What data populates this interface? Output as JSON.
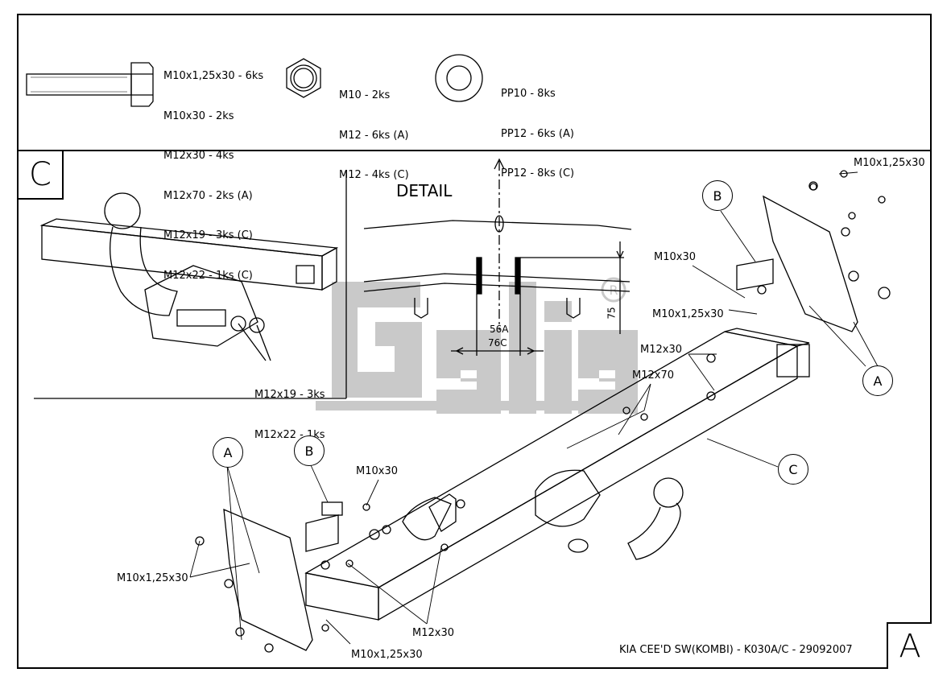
{
  "hardware": {
    "bolts": [
      "M10x1,25x30 - 6ks",
      "M10x30 - 2ks",
      "M12x30 - 4ks",
      "M12x70 - 2ks (A)",
      "M12x19 - 3ks (C)",
      "M12x22 - 1ks (C)"
    ],
    "nuts": [
      "M10 - 2ks",
      "M12 - 6ks (A)",
      "M12 - 4ks (C)"
    ],
    "washers": [
      "PP10 - 8ks",
      "PP12 - 6ks (A)",
      "PP12 - 8ks (C)"
    ]
  },
  "panel_c": {
    "letter": "C",
    "bolt_labels": [
      "M12x19 - 3ks",
      "M12x22 - 1ks"
    ]
  },
  "detail": {
    "title": "DETAIL",
    "dim_56": "56A",
    "dim_76": "76C",
    "dim_75": "75"
  },
  "logo": {
    "text": "Galia",
    "registered": "R"
  },
  "callouts": {
    "b_top": "B",
    "a_right": "A",
    "c_right": "C",
    "a_left": "A",
    "b_left": "B"
  },
  "part_labels": {
    "m10x125x30_top": "M10x1,25x30",
    "m10x30_top": "M10x30",
    "m10x125x30_mid": "M10x1,25x30",
    "m12x30_right": "M12x30",
    "m12x70": "M12x70",
    "m10x30_left": "M10x30",
    "m10x125x30_left": "M10x1,25x30",
    "m12x30_bottom": "M12x30",
    "m10x125x30_bottom": "M10x1,25x30"
  },
  "footer": {
    "title": "KIA CEE'D SW(KOMBI) - K030A/C - 29092007",
    "sheet_letter": "A"
  }
}
